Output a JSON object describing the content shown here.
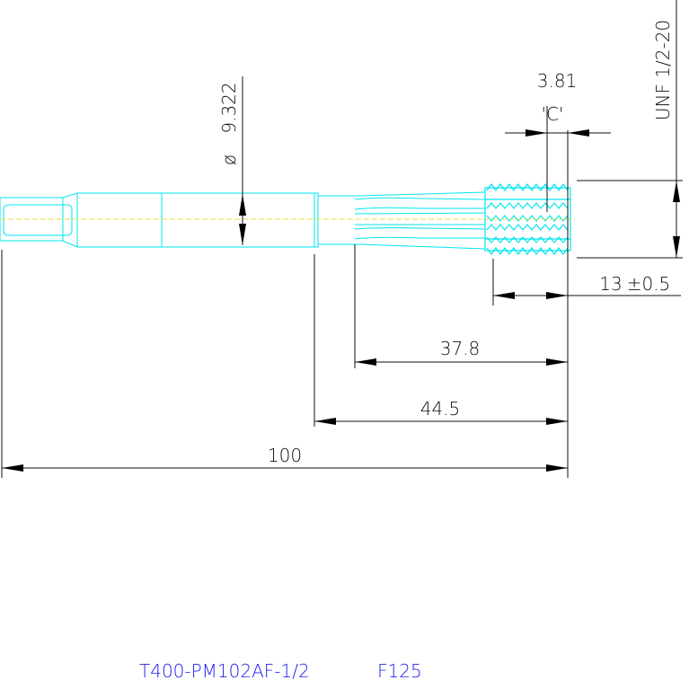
{
  "drawing": {
    "part_number": "T400-PM102AF-1/2",
    "code": "F125",
    "dimensions": {
      "overall_length": "100",
      "shank_to_tip": "44.5",
      "flute_length": "37.8",
      "thread_length": "13",
      "thread_length_tol": "±0.5",
      "pitch_mark": "3.81",
      "pitch_label": "'C'",
      "diameter_symbol": "ø",
      "diameter_value": "9.322",
      "thread_spec": "UNF 1/2-20"
    }
  }
}
